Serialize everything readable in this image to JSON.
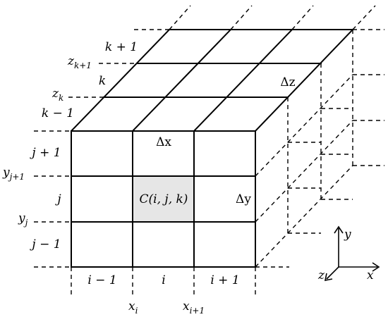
{
  "colors": {
    "line": "#000000",
    "highlight_cell": "#e6e6e6",
    "background": "#ffffff"
  },
  "labels": {
    "cell": "C(i, j, k)",
    "delta_x": "Δx",
    "delta_y": "Δy",
    "delta_z": "Δz",
    "i_minus": "i − 1",
    "i": "i",
    "i_plus": "i + 1",
    "j_plus": "j + 1",
    "j": "j",
    "j_minus": "j − 1",
    "k_plus": "k + 1",
    "k": "k",
    "k_minus": "k − 1",
    "y_base": "y",
    "y_sub_j1": "j+1",
    "y_sub_j": "j",
    "z_base": "z",
    "z_sub_k1": "k+1",
    "z_sub_k": "k",
    "x_base": "x",
    "x_sub_i": "i",
    "x_sub_i1": "i+1"
  },
  "axes": {
    "x": "x",
    "y": "y",
    "z": "z"
  }
}
